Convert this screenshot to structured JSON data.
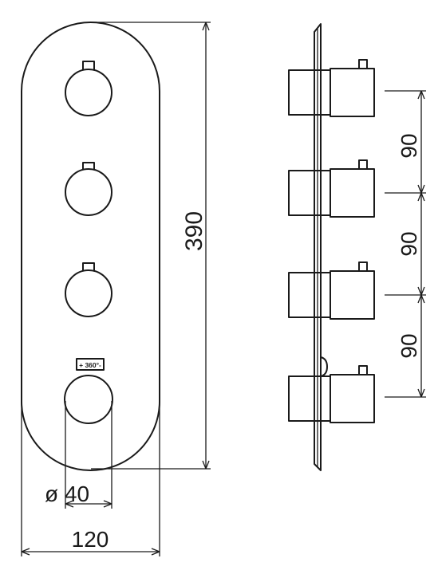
{
  "dimensions": {
    "height_label": "390",
    "width_label": "120",
    "knob_diameter_label": "ø 40",
    "spacing_labels": [
      "90",
      "90",
      "90"
    ]
  },
  "front_view": {
    "knob_count": 4,
    "diverter_symbol": "+ 360°-"
  },
  "colors": {
    "line": "#1a1a1a",
    "background": "#ffffff"
  }
}
